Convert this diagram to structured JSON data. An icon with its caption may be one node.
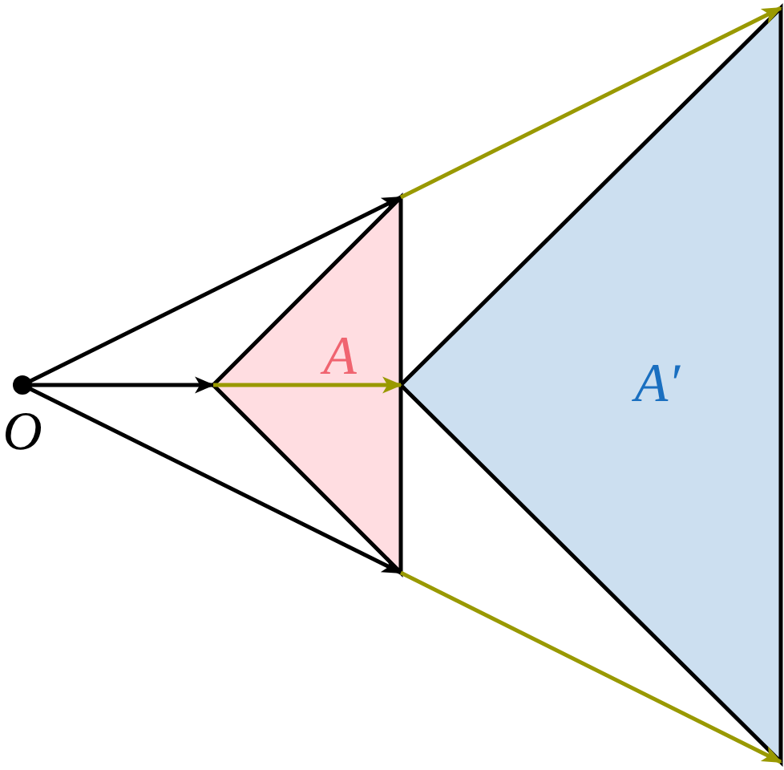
{
  "diagram": {
    "nodes": [
      {
        "text": [
          "O"
        ]
      },
      {
        "text": [
          "A"
        ]
      },
      {
        "text": [
          "A′"
        ]
      }
    ],
    "edges": [
      {
        "from": 0,
        "to": 1,
        "arrow": "to"
      },
      {
        "from": 0,
        "to": 1,
        "arrow": "to"
      },
      {
        "from": 0,
        "to": 1,
        "arrow": "to"
      },
      {
        "from": 1,
        "to": 2,
        "arrow": "to",
        "color": "#999900"
      },
      {
        "from": 1,
        "to": 2,
        "arrow": "to",
        "color": "#999900"
      },
      {
        "from": 1,
        "to": 2,
        "arrow": "to",
        "color": "#999900"
      }
    ]
  }
}
